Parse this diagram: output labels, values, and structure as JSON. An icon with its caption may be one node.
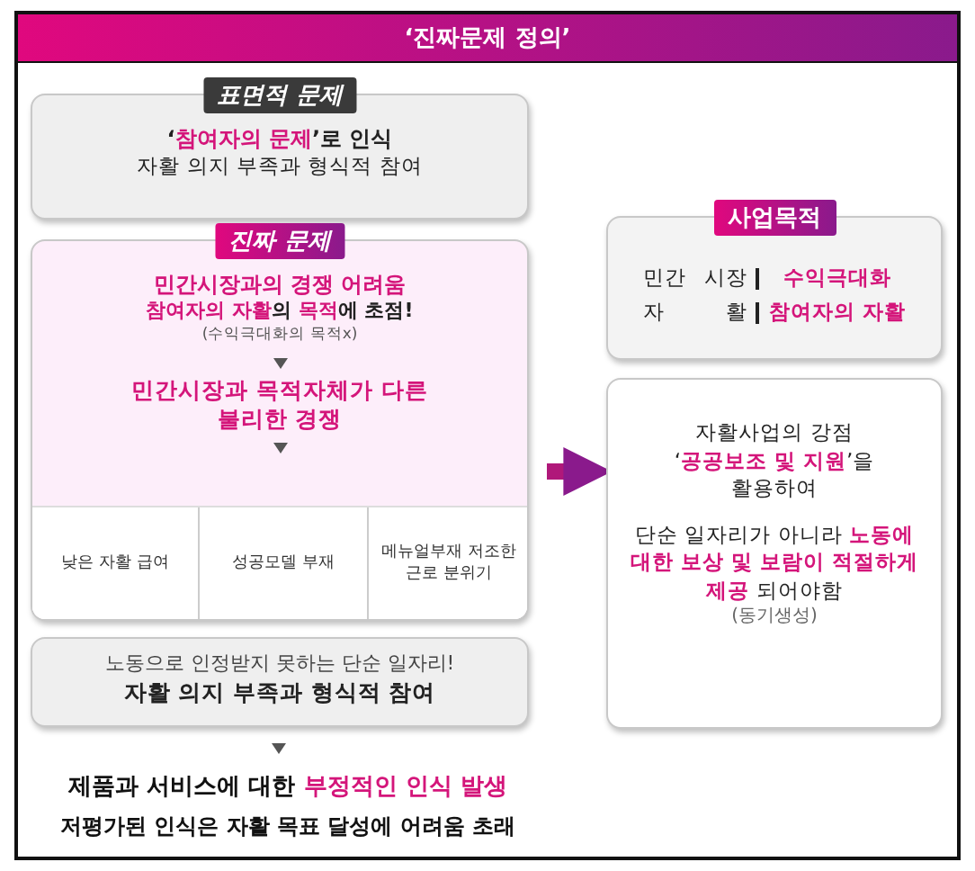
{
  "diagram": {
    "title": "‘진짜문제 정의’",
    "nodes": [
      {
        "text": [
          "표면적 문제",
          "‘**참여자의 문제**’로 인식",
          "자활 의지 부족과 형식적 참여"
        ]
      },
      {
        "text": [
          "진짜 문제",
          "민간시장과의 경쟁 어려움",
          "**참여자의 자활**의 **목적**에 초점!",
          "(수익극대화의 목적x)",
          "민간시장과 목적자체가 다른 불리한 경쟁"
        ]
      },
      {
        "text": [
          "낮은 자활 급여"
        ],
        "in": 1
      },
      {
        "text": [
          "성공모델 부재"
        ],
        "in": 1
      },
      {
        "text": [
          "메뉴얼부재 저조한 근로 분위기"
        ],
        "in": 1
      },
      {
        "text": [
          "노동으로 인정받지 못하는 단순 일자리!",
          "자활 의지 부족과 형식적 참여"
        ]
      },
      {
        "text": [
          "사업목적",
          "민간 시장",
          "수익극대화",
          "자 활",
          "참여자의 자활"
        ]
      },
      {
        "text": [
          "자활사업의 강점 ‘**공공보조 및 지원**’을 활용하여",
          "단순 일자리가 아니라 **노동에 대한 보상 및 보람이 적절하게 제공** 되어야함",
          "(동기생성)"
        ]
      }
    ],
    "edges": [
      {
        "from": 1,
        "to": 7,
        "arrow": "to"
      }
    ],
    "labels": [
      "제품과 서비스에 대한 **부정적인 인식 발생**",
      "저평가된 인식은 자활 목표 달성에 어려움 초래"
    ]
  }
}
